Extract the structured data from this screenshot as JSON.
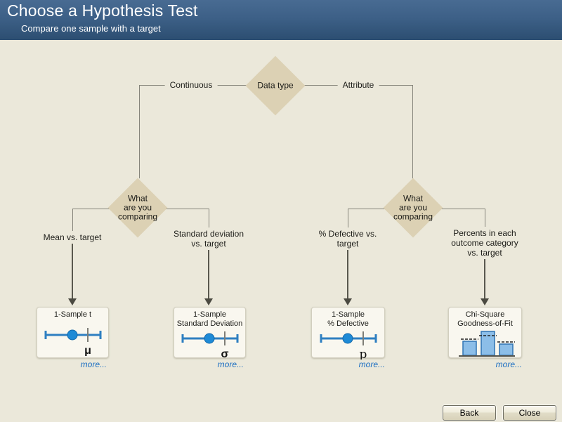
{
  "header": {
    "title": "Choose a Hypothesis Test",
    "subtitle": "Compare one sample with a target"
  },
  "tree": {
    "root_label": "Data type",
    "root_left_branch": "Continuous",
    "root_right_branch": "Attribute",
    "left_question": "What\nare you\ncomparing",
    "right_question": "What\nare you\ncomparing",
    "branch_labels": {
      "mean": "Mean vs. target",
      "stdev": "Standard deviation\nvs. target",
      "pct_defective": "% Defective vs.\ntarget",
      "percents": "Percents in each\noutcome category\nvs. target"
    }
  },
  "cards": [
    {
      "title": "1-Sample t",
      "symbol": "μ",
      "icon": "dotplot-mean-icon",
      "more_label": "more..."
    },
    {
      "title": "1-Sample\nStandard Deviation",
      "symbol": "σ",
      "icon": "dotplot-stdev-icon",
      "more_label": "more..."
    },
    {
      "title": "1-Sample\n% Defective",
      "symbol": "p",
      "icon": "dotplot-proportion-icon",
      "more_label": "more..."
    },
    {
      "title": "Chi-Square\nGoodness-of-Fit",
      "icon": "bar-chart-icon",
      "more_label": "more..."
    }
  ],
  "footer": {
    "back_label": "Back",
    "close_label": "Close"
  },
  "colors": {
    "header_top": "#486b92",
    "header_bottom": "#2c4e71",
    "canvas_bg": "#ebe8da",
    "diamond_fill": "#dcd1b4",
    "connector": "#85847a",
    "arrow": "#4b4a41",
    "card_bg": "#f9f7ef",
    "accent_blue": "#1e8ad6",
    "line_blue": "#2e7fc1",
    "link_blue": "#1b6ec2"
  }
}
